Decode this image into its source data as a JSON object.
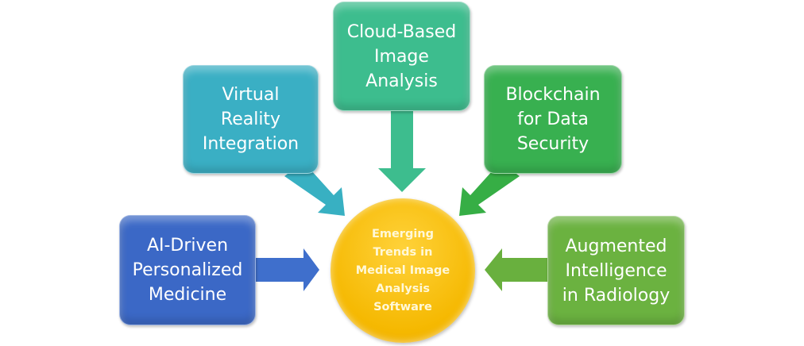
{
  "center": {
    "label": "Emerging\nTrends in\nMedical Image\nAnalysis\nSoftware",
    "color": "#f5b800"
  },
  "nodes": [
    {
      "label": "AI-Driven\nPersonalized\nMedicine",
      "color": "#3b68c6"
    },
    {
      "label": "Virtual\nReality\nIntegration",
      "color": "#3aafc4"
    },
    {
      "label": "Cloud-Based\nImage\nAnalysis",
      "color": "#3dbd8e"
    },
    {
      "label": "Blockchain\nfor Data\nSecurity",
      "color": "#38b050"
    },
    {
      "label": "Augmented\nIntelligence\nin Radiology",
      "color": "#6bb240"
    }
  ]
}
